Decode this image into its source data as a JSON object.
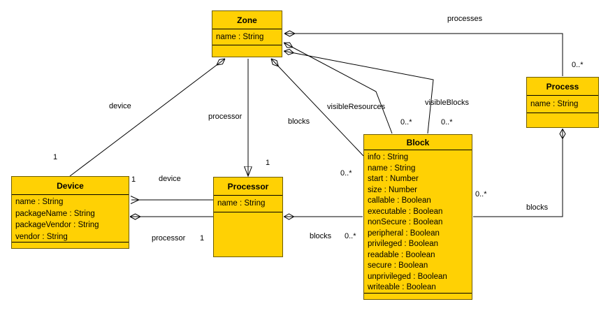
{
  "diagram": {
    "type": "uml-class-diagram",
    "colors": {
      "class_fill": "#FFD104",
      "class_border": "#6e5c00",
      "line": "#000000",
      "background": "#ffffff"
    },
    "classes": {
      "zone": {
        "name": "Zone",
        "attributes": [
          "name : String"
        ]
      },
      "process": {
        "name": "Process",
        "attributes": [
          "name : String"
        ]
      },
      "block": {
        "name": "Block",
        "attributes": [
          "info : String",
          "name : String",
          "start : Number",
          "size : Number",
          "callable : Boolean",
          "executable : Boolean",
          "nonSecure : Boolean",
          "peripheral : Boolean",
          "privileged : Boolean",
          "readable : Boolean",
          "secure : Boolean",
          "unprivileged : Boolean",
          "writeable : Boolean"
        ]
      },
      "device": {
        "name": "Device",
        "attributes": [
          "name : String",
          "packageName : String",
          "packageVendor : String",
          "vendor : String"
        ]
      },
      "processor": {
        "name": "Processor",
        "attributes": [
          "name : String"
        ]
      }
    },
    "associations": {
      "zone_processes": {
        "label": "processes",
        "multiplicity": "0..*",
        "type": "composition",
        "from": "Zone",
        "to": "Process"
      },
      "zone_device": {
        "label": "device",
        "multiplicity": "1",
        "type": "composition",
        "from": "Zone",
        "to": "Device"
      },
      "zone_processor": {
        "label": "processor",
        "multiplicity": "1",
        "type": "directed-association",
        "from": "Zone",
        "to": "Processor"
      },
      "zone_blocks": {
        "label": "blocks",
        "multiplicity": "0..*",
        "type": "composition",
        "from": "Zone",
        "to": "Block"
      },
      "zone_visibleResources": {
        "label": "visibleResources",
        "multiplicity": "0..*",
        "type": "aggregation",
        "from": "Zone",
        "to": "Block"
      },
      "zone_visibleBlocks": {
        "label": "visibleBlocks",
        "multiplicity": "0..*",
        "type": "aggregation",
        "from": "Zone",
        "to": "Block"
      },
      "process_blocks": {
        "label": "blocks",
        "multiplicity": "0..*",
        "type": "aggregation",
        "from": "Process",
        "to": "Block"
      },
      "processor_device": {
        "label": "device",
        "multiplicity": "1",
        "type": "directed-association",
        "from": "Processor",
        "to": "Device"
      },
      "device_processor": {
        "label": "processor",
        "multiplicity": "1",
        "type": "composition",
        "from": "Device",
        "to": "Processor"
      },
      "processor_blocks": {
        "label": "blocks",
        "multiplicity": "0..*",
        "type": "aggregation",
        "from": "Processor",
        "to": "Block"
      }
    }
  }
}
